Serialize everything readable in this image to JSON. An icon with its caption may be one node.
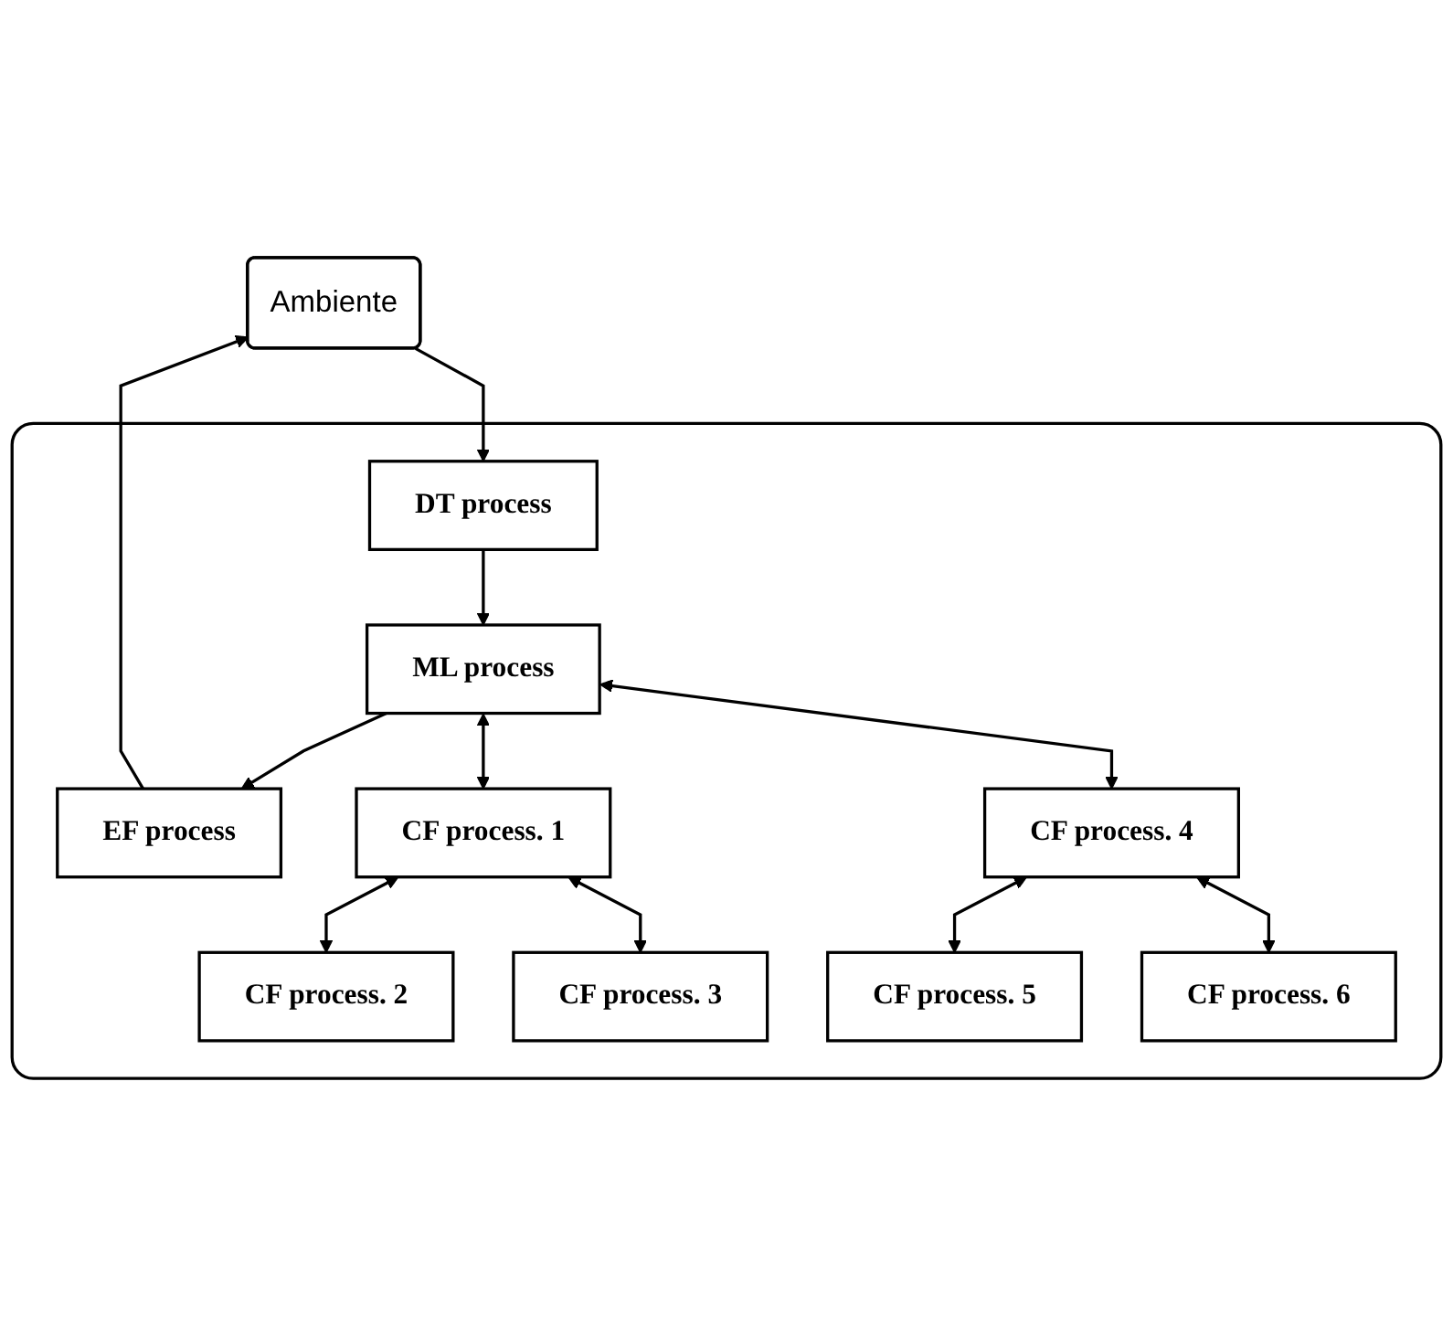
{
  "diagram": {
    "nodes": [
      {
        "text": [
          "Ambiente"
        ]
      },
      {
        "text": [],
        "shape": "box"
      },
      {
        "text": [
          "DT process"
        ],
        "in": 1
      },
      {
        "text": [
          "ML process"
        ],
        "in": 1
      },
      {
        "text": [
          "EF process"
        ],
        "in": 1
      },
      {
        "text": [
          "CF process. 1"
        ],
        "in": 1
      },
      {
        "text": [
          "CF process. 4"
        ],
        "in": 1
      },
      {
        "text": [
          "CF process. 2"
        ],
        "in": 1
      },
      {
        "text": [
          "CF process. 3"
        ],
        "in": 1
      },
      {
        "text": [
          "CF process. 5"
        ],
        "in": 1
      },
      {
        "text": [
          "CF process. 6"
        ],
        "in": 1
      }
    ],
    "edges": [
      {
        "from": 0,
        "to": 2,
        "arrow": "to"
      },
      {
        "from": 2,
        "to": 3,
        "arrow": "to"
      },
      {
        "from": 3,
        "to": 4,
        "arrow": "to"
      },
      {
        "from": 4,
        "to": 0,
        "arrow": "to"
      },
      {
        "from": 3,
        "to": 5,
        "arrow": "both"
      },
      {
        "from": 3,
        "to": 6,
        "arrow": "both"
      },
      {
        "from": 5,
        "to": 7,
        "arrow": "both"
      },
      {
        "from": 5,
        "to": 8,
        "arrow": "both"
      },
      {
        "from": 6,
        "to": 9,
        "arrow": "both"
      },
      {
        "from": 6,
        "to": 10,
        "arrow": "both"
      }
    ]
  }
}
